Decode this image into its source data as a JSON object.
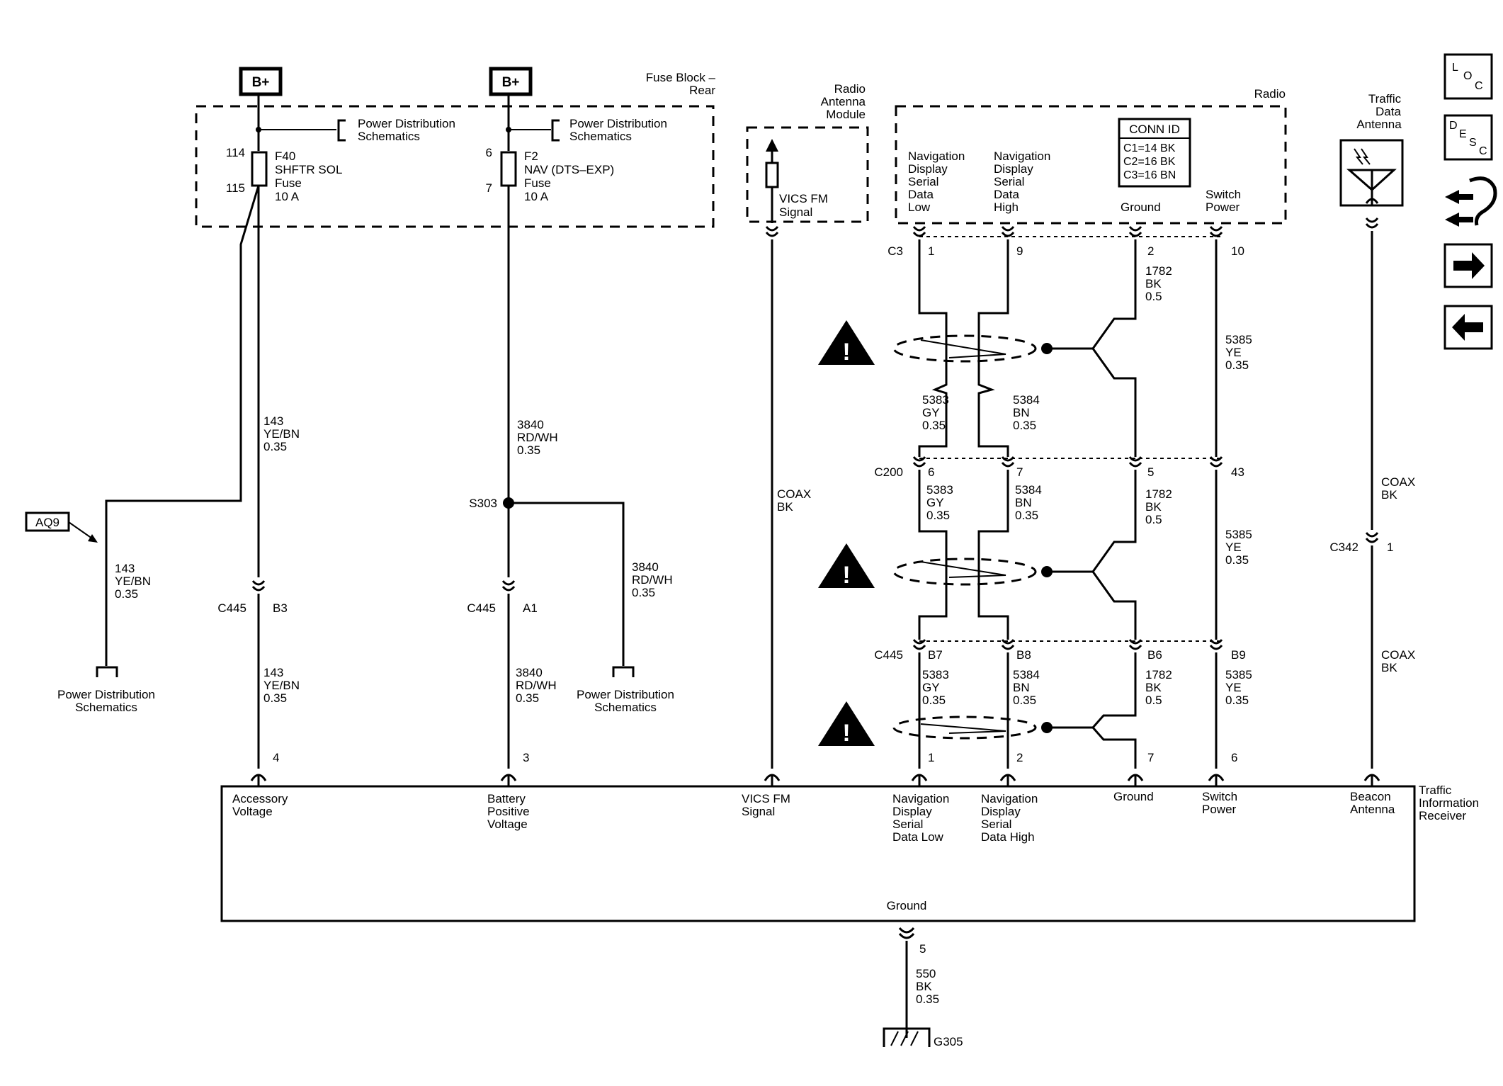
{
  "power": {
    "b1": "B+",
    "b2": "B+"
  },
  "fuse_block": {
    "line1": "Fuse Block –",
    "line2": "Rear"
  },
  "power_dist": {
    "line1": "Power Distribution",
    "line2": "Schematics"
  },
  "fuse1": {
    "pin_a": "114",
    "pin_b": "115",
    "name": "F40",
    "desc": "SHFTR SOL",
    "type": "Fuse",
    "rating": "10 A"
  },
  "fuse2": {
    "pin_a": "6",
    "pin_b": "7",
    "name": "F2",
    "desc": "NAV (DTS–EXP)",
    "type": "Fuse",
    "rating": "10 A"
  },
  "radio_antenna": {
    "line1": "Radio",
    "line2": "Antenna",
    "line3": "Module",
    "sig1": "VICS FM",
    "sig2": "Signal"
  },
  "radio": {
    "title": "Radio",
    "conn_id": {
      "title": "CONN ID",
      "c1": "C1=14 BK",
      "c2": "C2=16 BK",
      "c3": "C3=16 BN"
    },
    "nav_low": [
      "Navigation",
      "Display",
      "Serial",
      "Data",
      "Low"
    ],
    "nav_high": [
      "Navigation",
      "Display",
      "Serial",
      "Data",
      "High"
    ],
    "ground": "Ground",
    "switch_power": [
      "Switch",
      "Power"
    ]
  },
  "traffic_antenna": [
    "Traffic",
    "Data",
    "Antenna"
  ],
  "wires": {
    "w143": [
      "143",
      "YE/BN",
      "0.35"
    ],
    "w3840": [
      "3840",
      "RD/WH",
      "0.35"
    ],
    "w5383": [
      "5383",
      "GY",
      "0.35"
    ],
    "w5384": [
      "5384",
      "BN",
      "0.35"
    ],
    "w1782": [
      "1782",
      "BK",
      "0.5"
    ],
    "w5385": [
      "5385",
      "YE",
      "0.35"
    ],
    "coax": [
      "COAX",
      "BK"
    ],
    "w550": [
      "550",
      "BK",
      "0.35"
    ]
  },
  "connectors": {
    "c3": "C3",
    "c200": "C200",
    "c445": "C445",
    "c342": "C342",
    "s303": "S303",
    "aq9": "AQ9",
    "g305": "G305",
    "p1": "1",
    "p9": "9",
    "p2": "2",
    "p10": "10",
    "p6": "6",
    "p7": "7",
    "p5": "5",
    "p43": "43",
    "pb3": "B3",
    "pa1": "A1",
    "pb7": "B7",
    "pb8": "B8",
    "pb6": "B6",
    "pb9": "B9",
    "p4": "4",
    "p3": "3",
    "r1": "1",
    "r2": "2",
    "r7": "7",
    "r6": "6",
    "g5": "5",
    "c342p": "1"
  },
  "receiver": {
    "title": [
      "Traffic",
      "Information",
      "Receiver"
    ],
    "acc": [
      "Accessory",
      "Voltage"
    ],
    "bat": [
      "Battery",
      "Positive",
      "Voltage"
    ],
    "vics": [
      "VICS FM",
      "Signal"
    ],
    "nav_low": [
      "Navigation",
      "Display",
      "Serial",
      "Data Low"
    ],
    "nav_high": [
      "Navigation",
      "Display",
      "Serial",
      "Data High"
    ],
    "ground": "Ground",
    "switch": [
      "Switch",
      "Power"
    ],
    "beacon": [
      "Beacon",
      "Antenna"
    ],
    "bottom_ground": "Ground"
  },
  "nav_buttons": {
    "loc": [
      "L",
      "O",
      "C"
    ],
    "desc": [
      "D",
      "E",
      "S",
      "C"
    ]
  },
  "icons": [
    "loc-icon",
    "desc-icon",
    "harness-icon",
    "next-arrow-icon",
    "prev-arrow-icon",
    "caution-icon",
    "ground-symbol-icon"
  ]
}
